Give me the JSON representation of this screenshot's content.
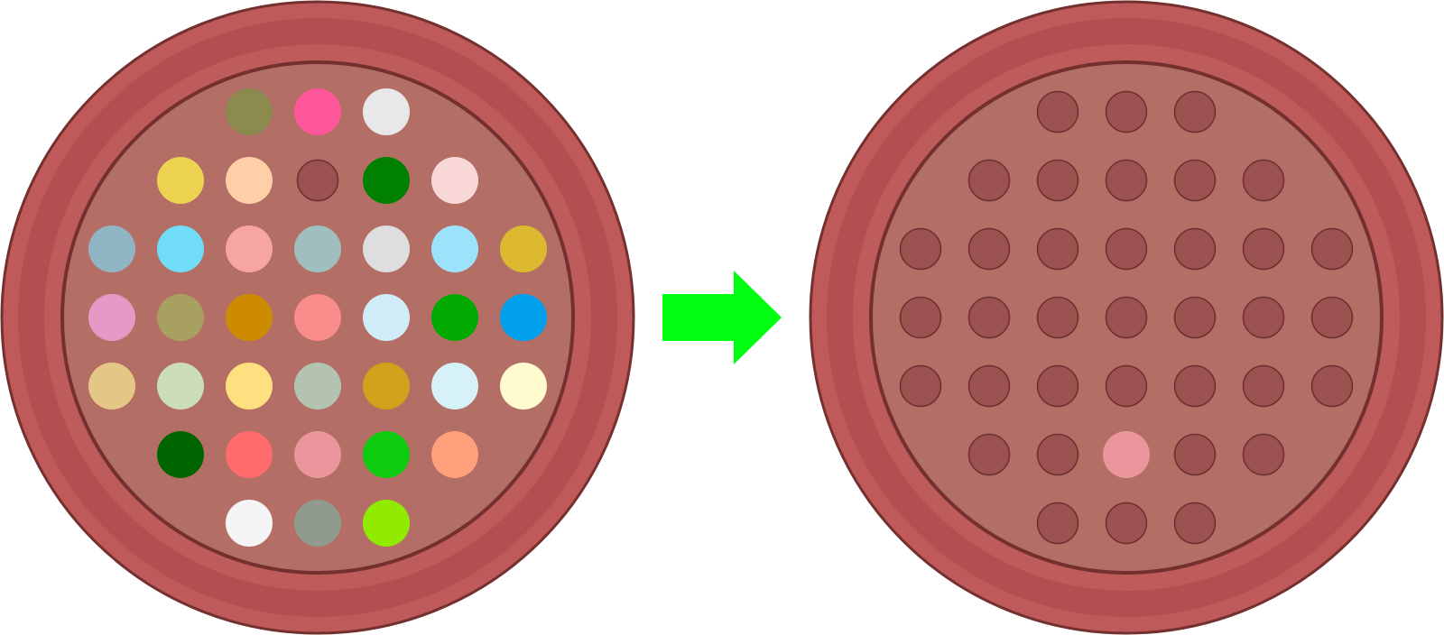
{
  "board": {
    "colors": {
      "rim_outer": "#C05A5A",
      "rim_band": "#B44E50",
      "rim_inner": "#BE5B5B",
      "play_area": "#B36F66",
      "outline": "#73302F",
      "hole": "#9B5250",
      "hole_outline": "#6E2F2E"
    },
    "grid": {
      "rows": [
        [
          2,
          3,
          4
        ],
        [
          1,
          2,
          3,
          4,
          5
        ],
        [
          0,
          1,
          2,
          3,
          4,
          5,
          6
        ],
        [
          0,
          1,
          2,
          3,
          4,
          5,
          6
        ],
        [
          0,
          1,
          2,
          3,
          4,
          5,
          6
        ],
        [
          1,
          2,
          3,
          4,
          5
        ],
        [
          2,
          3,
          4
        ]
      ],
      "row_offsets": [
        2,
        1,
        0,
        0,
        0,
        1,
        2
      ]
    }
  },
  "before": {
    "pegs": [
      [
        "#8B8B4E",
        "#FF5599",
        "#E8E8E8"
      ],
      [
        "#ECD452",
        "#FFD0A8",
        null,
        "#008000",
        "#FBD8D8"
      ],
      [
        "#8FB5C3",
        "#70DCF8",
        "#F8A5A5",
        "#9FBEBD",
        "#DEDEDE",
        "#9BE3FA",
        "#DDB831"
      ],
      [
        "#E898C6",
        "#A8A060",
        "#CC8B00",
        "#FA8C8C",
        "#D1EDF9",
        "#00AA00",
        "#00A0EE"
      ],
      [
        "#E5C785",
        "#CCDDBB",
        "#FFE080",
        "#B3C3B0",
        "#D3A11C",
        "#D7F1F9",
        "#FFFACD"
      ],
      [
        "#006400",
        "#FF6B6B",
        "#EB959C",
        "#0FCB0F",
        "#FFA07A"
      ],
      [
        "#F5F5F5",
        "#909A8D",
        "#91EB00"
      ]
    ]
  },
  "after": {
    "pegs": [
      [
        null,
        null,
        null
      ],
      [
        null,
        null,
        null,
        null,
        null
      ],
      [
        null,
        null,
        null,
        null,
        null,
        null,
        null
      ],
      [
        null,
        null,
        null,
        null,
        null,
        null,
        null
      ],
      [
        null,
        null,
        null,
        null,
        null,
        null,
        null
      ],
      [
        null,
        null,
        "#EB959C",
        null,
        null
      ],
      [
        null,
        null,
        null
      ]
    ]
  },
  "arrow": {
    "color": "#00FF11",
    "icon": "right-arrow-icon"
  }
}
